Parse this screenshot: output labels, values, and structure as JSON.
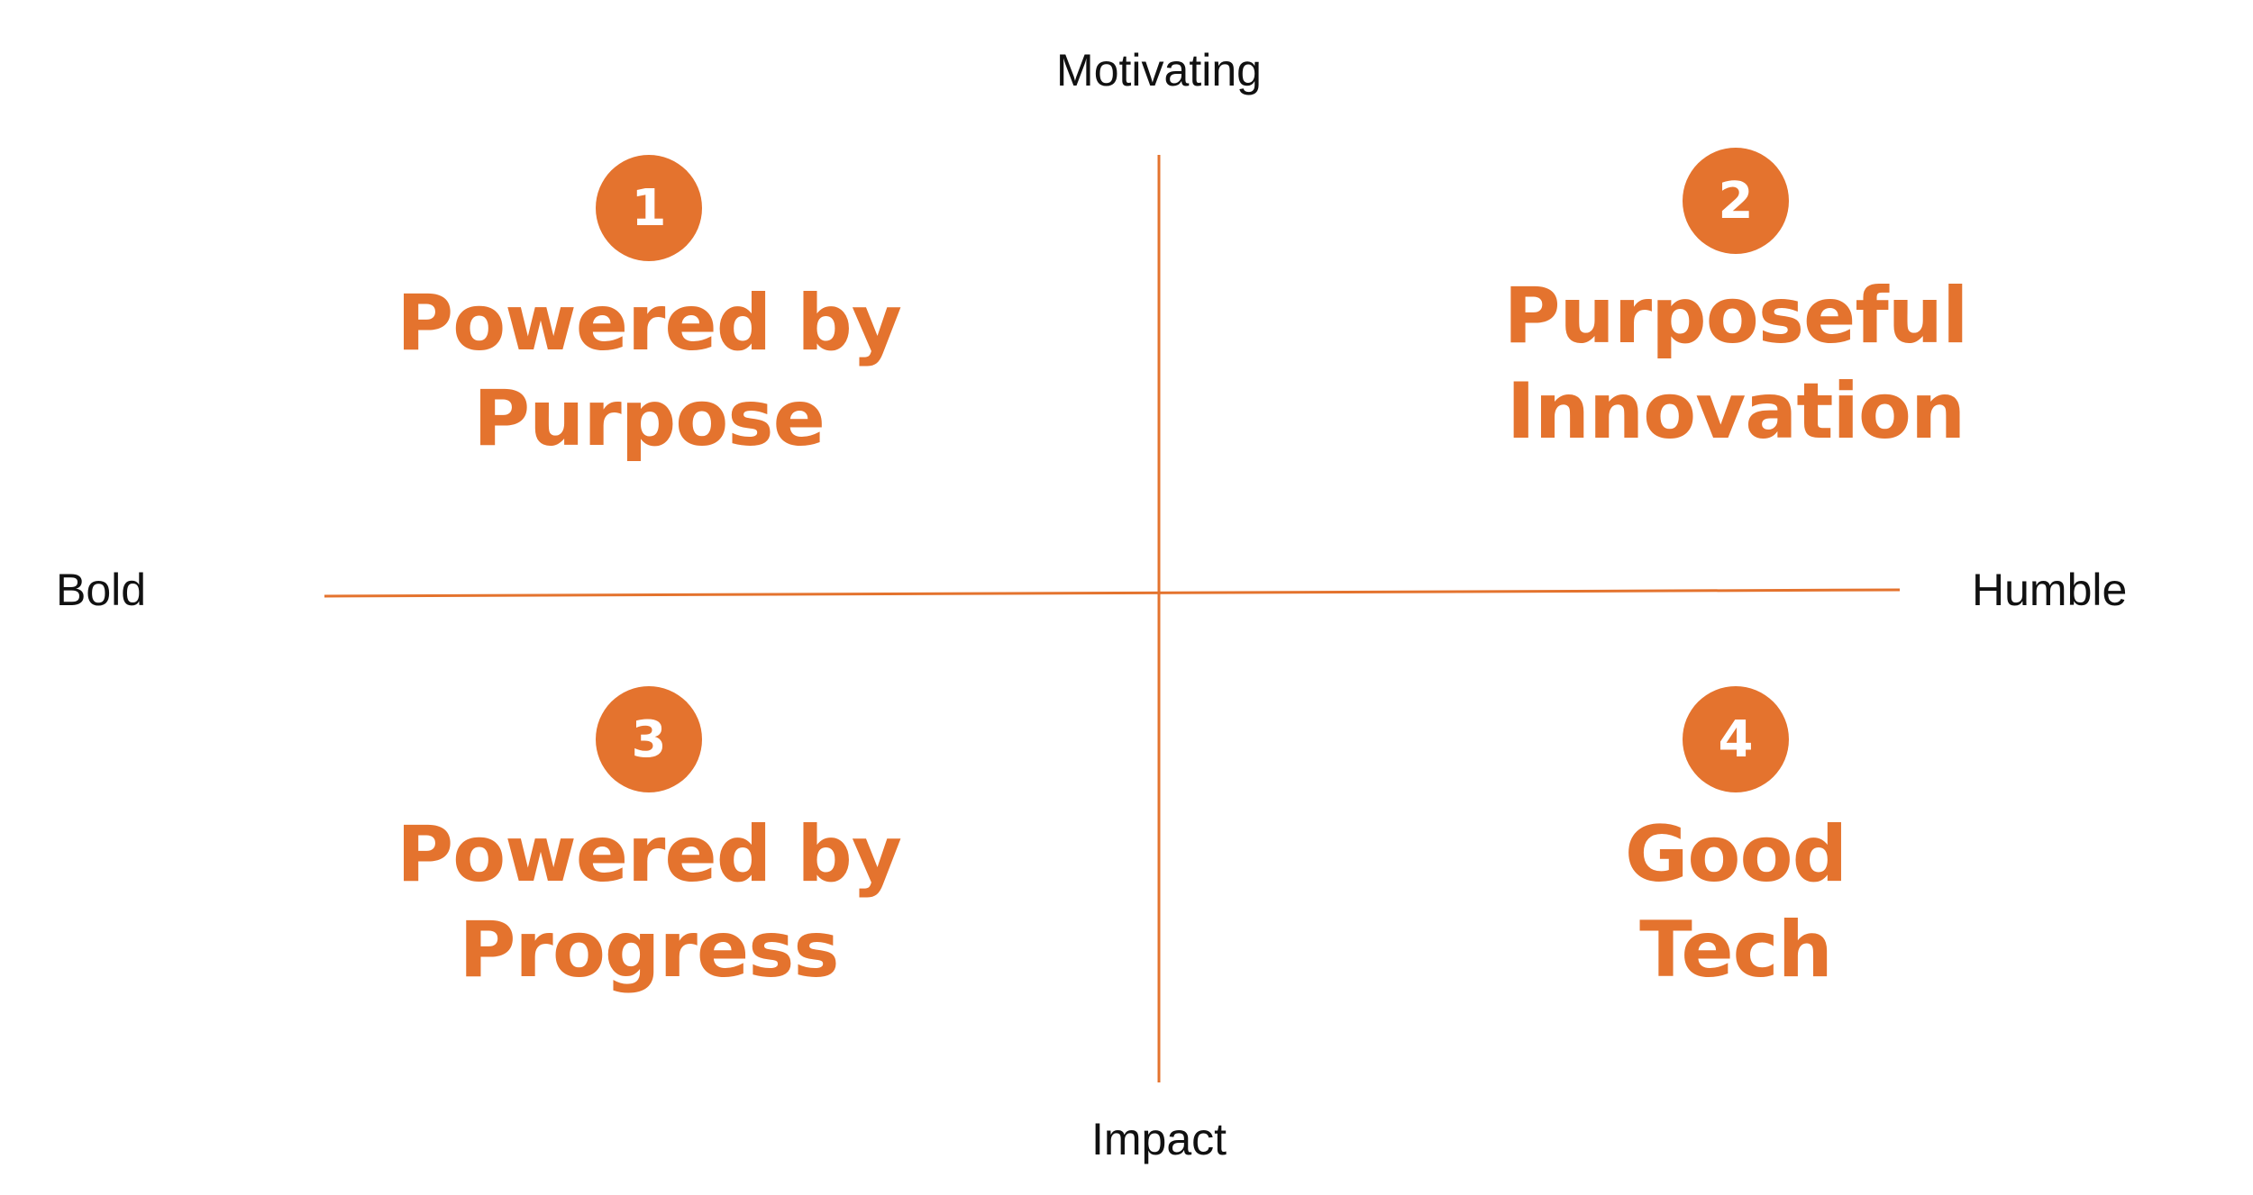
{
  "colors": {
    "accent": "#E4732E",
    "axis_line": "#E4732E",
    "text": "#111111",
    "background": "#FFFFFF"
  },
  "axes": {
    "top": "Motivating",
    "bottom": "Impact",
    "left": "Bold",
    "right": "Humble"
  },
  "quadrants": [
    {
      "number": "1",
      "line1": "Powered by",
      "line2": "Purpose"
    },
    {
      "number": "2",
      "line1": "Purposeful",
      "line2": "Innovation"
    },
    {
      "number": "3",
      "line1": "Powered by",
      "line2": "Progress"
    },
    {
      "number": "4",
      "line1": "Good",
      "line2": "Tech"
    }
  ]
}
